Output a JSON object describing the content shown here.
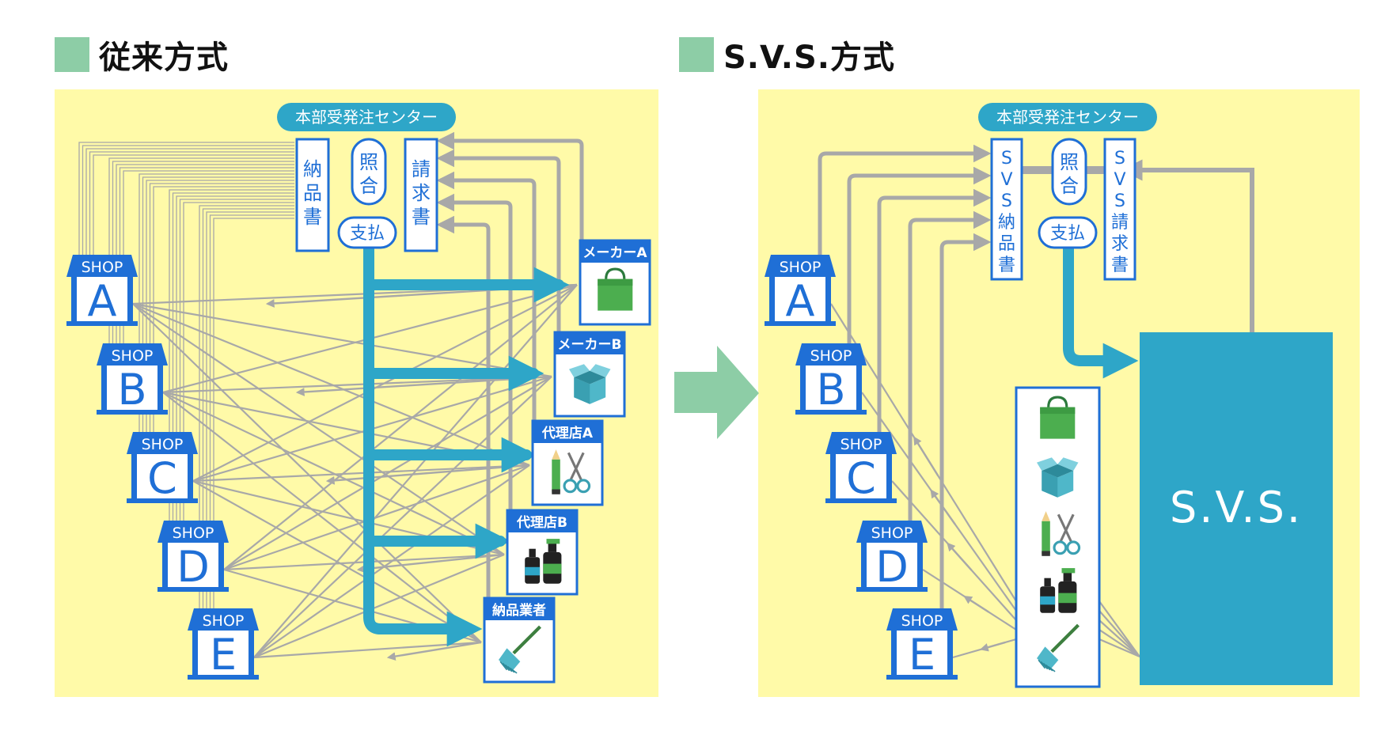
{
  "colors": {
    "panel_bg": "#fffaa8",
    "accent_blue": "#2ea6c8",
    "text_blue": "#1f6fd6",
    "line_gray": "#a8a8a8",
    "section_marker": "#8dcda6",
    "svs_box": "#2ea6c8",
    "transition_arrow": "#8dcda6"
  },
  "left": {
    "heading": "従来方式",
    "hq_label": "本部受発注センター",
    "doc_delivery": "納品書",
    "doc_match": "照合",
    "doc_payment": "支払",
    "doc_invoice": "請求書",
    "shop_tag": "SHOP",
    "shops": [
      "A",
      "B",
      "C",
      "D",
      "E"
    ],
    "suppliers": [
      {
        "label": "メーカーA",
        "icon": "shopping-bag-icon"
      },
      {
        "label": "メーカーB",
        "icon": "open-box-icon"
      },
      {
        "label": "代理店A",
        "icon": "pencil-scissors-icon"
      },
      {
        "label": "代理店B",
        "icon": "bottles-icon"
      },
      {
        "label": "納品業者",
        "icon": "broom-icon"
      }
    ]
  },
  "right": {
    "heading": "S.V.S.方式",
    "hq_label": "本部受発注センター",
    "doc_delivery": "SVS納品書",
    "doc_match": "照合",
    "doc_payment": "支払",
    "doc_invoice": "SVS請求書",
    "shop_tag": "SHOP",
    "shops": [
      "A",
      "B",
      "C",
      "D",
      "E"
    ],
    "svs_label": "S.V.S.",
    "product_icons": [
      "shopping-bag-icon",
      "open-box-icon",
      "pencil-scissors-icon",
      "bottles-icon",
      "broom-icon"
    ]
  }
}
